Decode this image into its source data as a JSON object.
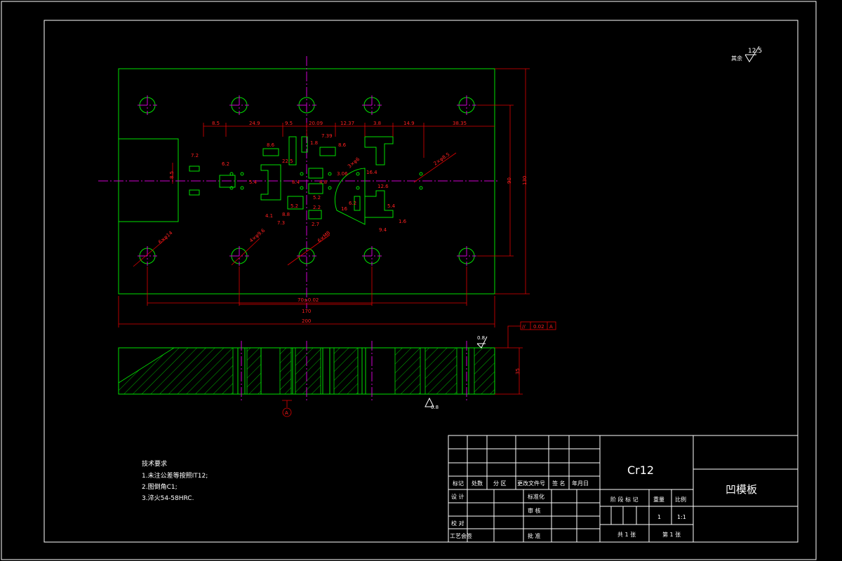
{
  "roughness": {
    "label": "其余",
    "value": "12.5"
  },
  "plan_dims": {
    "top": [
      "8.5",
      "24.9",
      "9.5",
      "20.09",
      "12.37",
      "3.8",
      "14.9",
      "38.35"
    ],
    "inner": [
      "7.2",
      "6.2",
      "8.6",
      "22.5",
      "7.39",
      "8.6",
      "1.8",
      "5.4",
      "8.4",
      "3.06",
      "4.8",
      "16.4",
      "12.6",
      "6.2",
      "5.4",
      "1.6",
      "9.4",
      "7.3",
      "5.2",
      "5.2",
      "2.7",
      "8.8",
      "2.2",
      "4.1",
      "16"
    ],
    "holes": [
      "6×φ14",
      "4×φ9.6",
      "6×M8",
      "2×φ8.5",
      "3×φ6"
    ],
    "pitch_180": "70±0.02",
    "w170": "170",
    "w200": "200",
    "h_inner": "90",
    "h_outer": "130",
    "left_step": "8.5"
  },
  "section": {
    "thickness": "35",
    "roughness_top": "0.8",
    "roughness_bottom": "0.8",
    "datum": "A",
    "tolerance": {
      "symbol": "//",
      "value": "0.02",
      "datum": "A"
    }
  },
  "notes": {
    "title": "技术要求",
    "items": [
      "1.未注公差等按照IT12;",
      "2.图倒角C1;",
      "3.淬火54-58HRC."
    ]
  },
  "title_block": {
    "material": "Cr12",
    "part_name": "凹模板",
    "headers": [
      "标记",
      "处数",
      "分 区",
      "更改文件号",
      "签 名",
      "年月日"
    ],
    "design": "设 计",
    "standard": "标准化",
    "check": "校 对",
    "review": "审 核",
    "process": "工艺会签",
    "approve": "批 准",
    "stage": "阶 段 标 记",
    "weight": "重量",
    "scale": "比例",
    "weight_val": "1",
    "scale_val": "1:1",
    "total": "共 1 张",
    "sheet": "第 1 张"
  }
}
